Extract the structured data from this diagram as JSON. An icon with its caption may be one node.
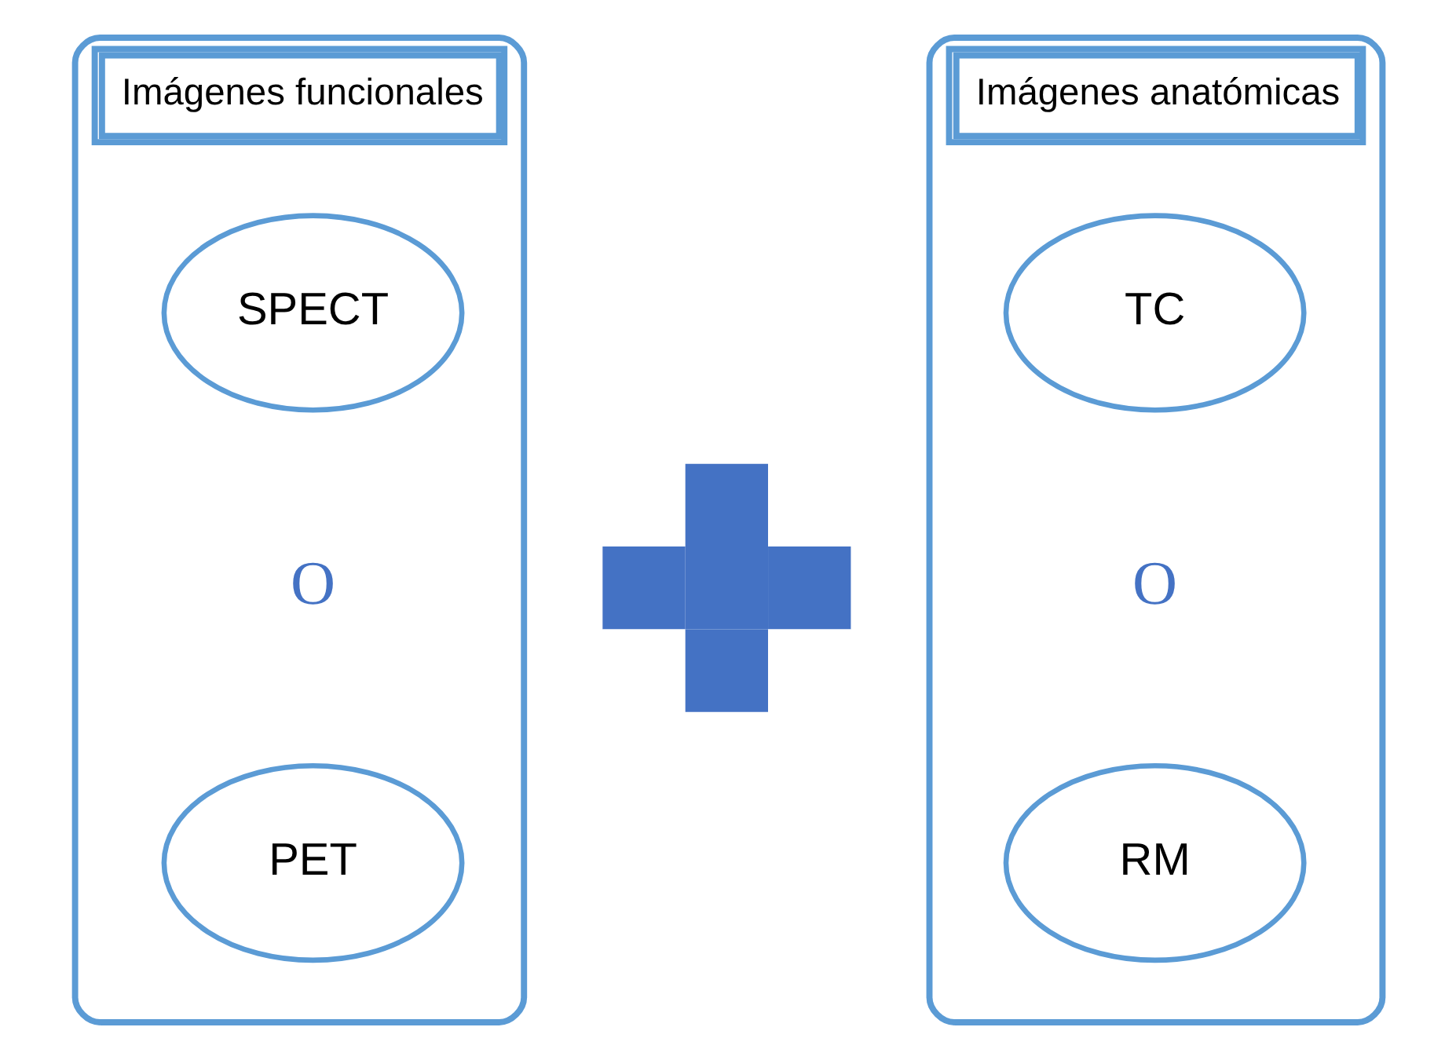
{
  "diagram": {
    "nodes": [
      {
        "text": [
          "Imágenes funcionales"
        ]
      },
      {
        "text": [
          "SPECT"
        ],
        "in": 0
      },
      {
        "text": [
          "PET"
        ],
        "in": 0
      },
      {
        "text": [
          "Imágenes anatómicas"
        ]
      },
      {
        "text": [
          "TC"
        ],
        "in": 3
      },
      {
        "text": [
          "RM"
        ],
        "in": 3
      },
      {
        "text": [],
        "shape": "plus"
      }
    ],
    "edges": [],
    "labels": [
      "O",
      "O"
    ]
  }
}
